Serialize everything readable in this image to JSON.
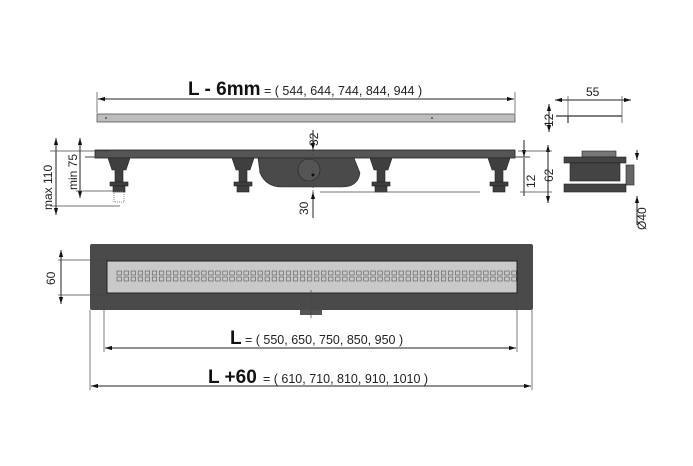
{
  "top_cover": {
    "label": "L - 6mm",
    "values": "= ( 544, 644, 744, 844, 944 )"
  },
  "cross_section": {
    "width": "55",
    "cover_height": "12",
    "height": "62",
    "outlet_diameter": "Ø40"
  },
  "side_view": {
    "max_height": "max 110",
    "min_height": "min 75",
    "top_offset": "32",
    "bottom_offset": "30",
    "frame_height": "12"
  },
  "plan_view": {
    "grate_width": "60",
    "length_label": "L",
    "length_values": "= ( 550, 650, 750, 850, 950 )",
    "total_label": "L +60",
    "total_values": "= ( 610, 710, 810, 910, 1010 )"
  },
  "colors": {
    "body": "#4a4a4a",
    "grate": "#c9c9c9",
    "line": "#222222"
  }
}
